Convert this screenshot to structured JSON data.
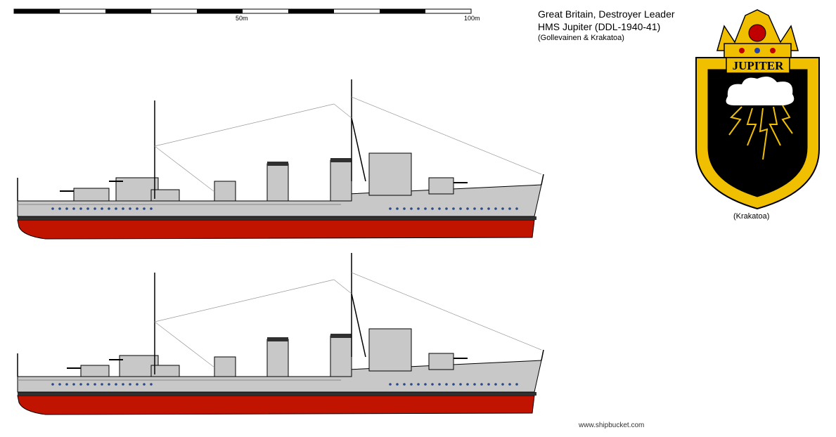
{
  "scale_bar": {
    "label_mid": "50m",
    "label_end": "100m"
  },
  "title": {
    "line1": "Great Britain, Destroyer Leader",
    "line2": "HMS Jupiter (DDL-1940-41)",
    "credit": "(Gollevainen & Krakatoa)"
  },
  "crest": {
    "name": "JUPITER",
    "caption": "(Krakatoa)",
    "colors": {
      "gold": "#f0c000",
      "black": "#000000",
      "white": "#ffffff",
      "red": "#c00000"
    }
  },
  "ships": {
    "hull_grey": "#c8c8c8",
    "boot_top": "#303030",
    "antifouling_red": "#c01400",
    "porthole_blue": "#2a4a8a"
  },
  "watermark": "www.shipbucket.com"
}
